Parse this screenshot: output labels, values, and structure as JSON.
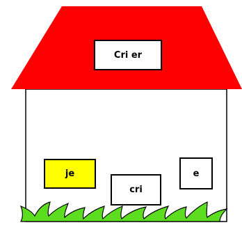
{
  "colors": {
    "roof": "#ff0000",
    "wall": "#ffffff",
    "outline": "#000000",
    "grass": "#5ddd1f",
    "highlight_box": "#ffff00"
  },
  "house": {
    "roof_label": "Cri er"
  },
  "word_boxes": [
    {
      "text": "je",
      "highlighted": true
    },
    {
      "text": "cri",
      "highlighted": false
    },
    {
      "text": "e",
      "highlighted": false
    }
  ]
}
